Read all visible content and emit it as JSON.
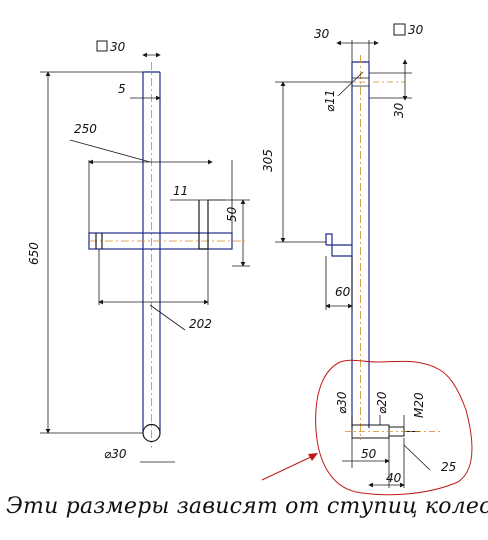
{
  "left_view": {
    "square_section": "30",
    "dim_tube_offset": "5",
    "dim_overall_height": "650",
    "dim_width_top": "250",
    "dim_slot_width": "11",
    "dim_bracket_height": "50",
    "dim_width_bottom": "202",
    "dim_round_diameter": "⌀30"
  },
  "right_view": {
    "dim_top_width": "30",
    "square_section": "30",
    "dim_hole_diameter": "⌀11",
    "dim_hole_offset": "30",
    "dim_height": "305",
    "dim_bracket_length": "60",
    "dim_axle_diameter": "⌀30",
    "dim_pin_diameter": "⌀20",
    "dim_thread": "M20",
    "dim_shoulder_length": "50",
    "dim_thread_length": "25",
    "dim_pin_length": "40"
  },
  "caption": "Эти размеры зависят от ступиц колес",
  "colors": {
    "line": "#1a1a1a",
    "outline": "#1f2a8a",
    "centerline": "#d58a1e",
    "highlight": "#c01818"
  }
}
